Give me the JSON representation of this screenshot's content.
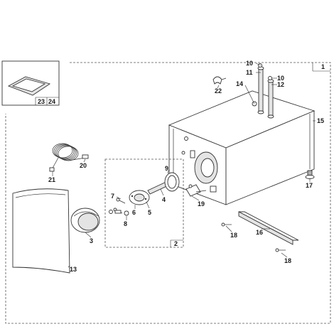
{
  "diagram": {
    "colors": {
      "line": "#333333",
      "background": "#ffffff",
      "fill_gray": "#e4e4e4"
    },
    "callouts": {
      "c1": "1",
      "c2": "2",
      "c3": "3",
      "c4": "4",
      "c5": "5",
      "c6": "6",
      "c7": "7",
      "c8": "8",
      "c9": "9",
      "c10a": "10",
      "c10b": "10",
      "c11": "11",
      "c12": "12",
      "c13": "13",
      "c14": "14",
      "c15": "15",
      "c16": "16",
      "c17": "17",
      "c18a": "18",
      "c18b": "18",
      "c19": "19",
      "c20": "20",
      "c21": "21",
      "c22": "22",
      "c23": "23",
      "c24": "24"
    }
  }
}
